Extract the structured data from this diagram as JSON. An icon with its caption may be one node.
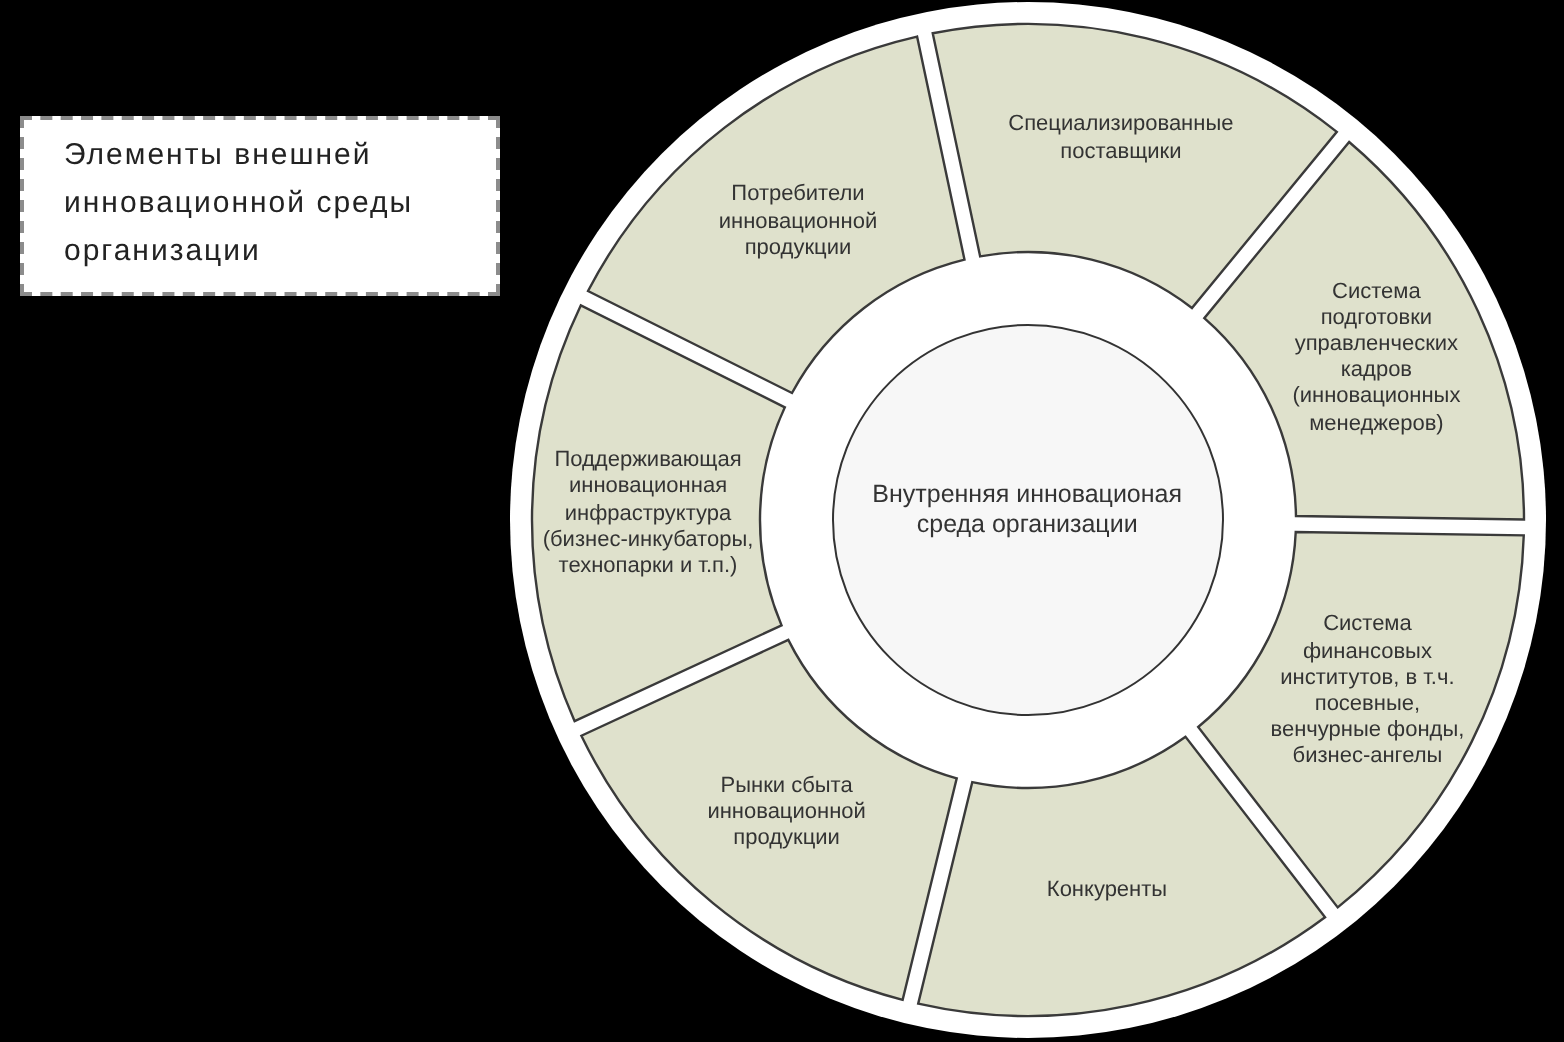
{
  "diagram": {
    "nodes": [
      {
        "text": [
          "Элементы внешней инновационной среды организации"
        ]
      },
      {
        "text": [
          "Внутренняя инновационая среда организации"
        ]
      },
      {
        "text": [
          "Потребители инновационной продукции"
        ]
      },
      {
        "text": [
          "Специализированные поставщики"
        ]
      },
      {
        "text": [
          "Система подготовки управленческих кадров (инновационных менеджеров)"
        ]
      },
      {
        "text": [
          "Система финансовых институтов, в т.ч. посевные, венчурные фонды, бизнес-ангелы"
        ]
      },
      {
        "text": [
          "Конкуренты"
        ]
      },
      {
        "text": [
          "Рынки сбыта инновационной продукции"
        ]
      },
      {
        "text": [
          "Поддерживающая инновационная инфраструктура (бизнес-инкубаторы, технопарки и т.п.)"
        ]
      }
    ]
  }
}
